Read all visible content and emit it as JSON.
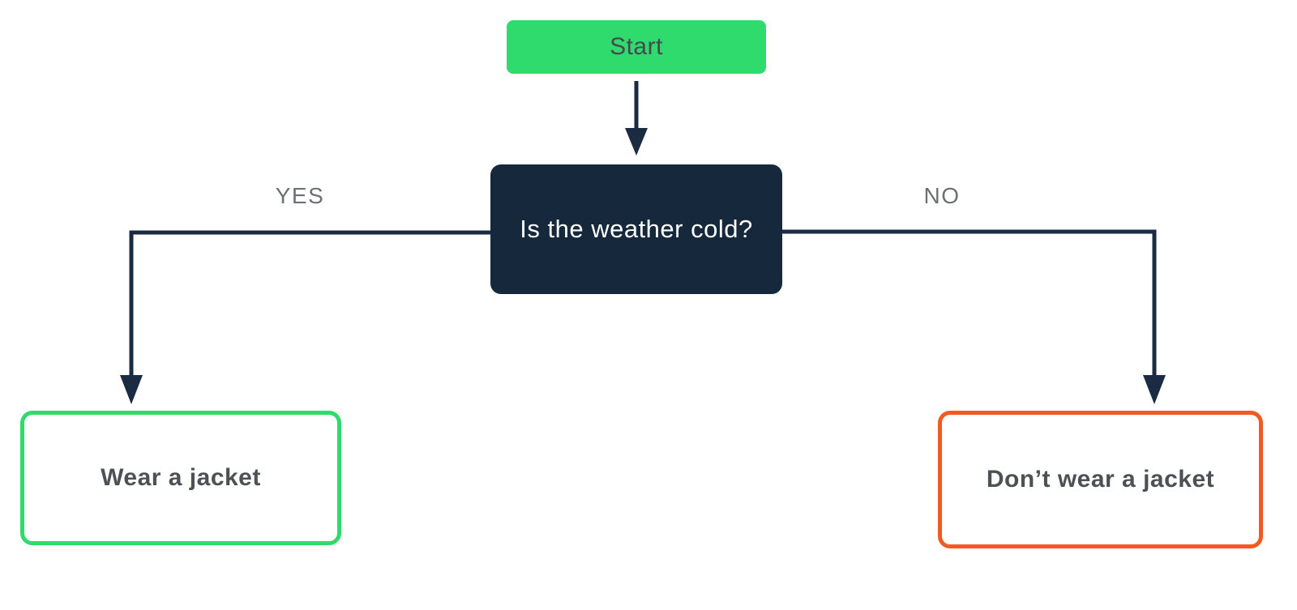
{
  "diagram": {
    "type": "flowchart",
    "background": "#ffffff",
    "nodes": {
      "start": {
        "label": "Start",
        "fill": "#2edb6c",
        "text_color": "#454a52"
      },
      "decision": {
        "label": "Is the weather cold?",
        "fill": "#16293c",
        "text_color": "#ffffff"
      },
      "yes_result": {
        "label": "Wear a jacket",
        "border_color": "#2edb6c",
        "fill": "#ffffff",
        "text_color": "#4d5156"
      },
      "no_result": {
        "label": "Don’t wear a jacket",
        "border_color": "#f15a22",
        "fill": "#ffffff",
        "text_color": "#4d5156"
      }
    },
    "edges": {
      "yes": {
        "label": "YES"
      },
      "no": {
        "label": "NO"
      },
      "line_color": "#1b2b42",
      "label_color": "#6d7176"
    }
  }
}
